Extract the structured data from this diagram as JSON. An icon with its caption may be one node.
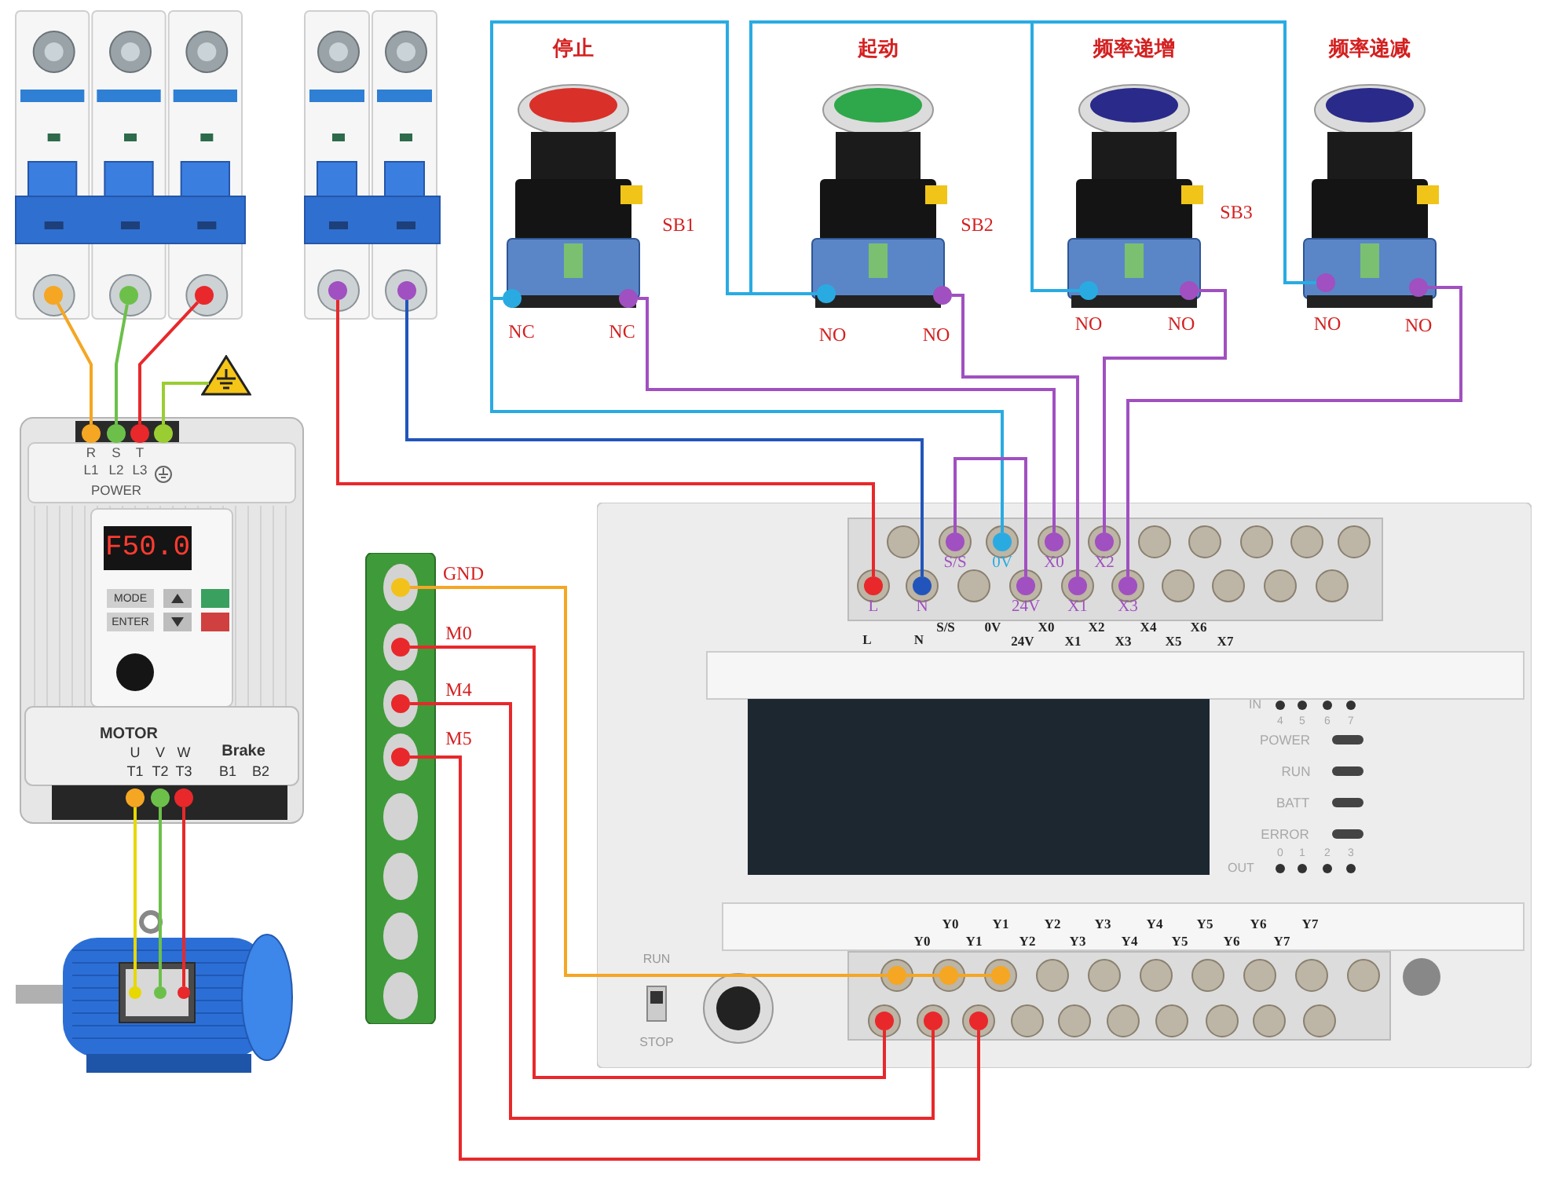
{
  "diagram": {
    "nodes": [
      {
        "text": [],
        "shape": "picture"
      },
      {
        "text": [],
        "shape": "circle",
        "in": 0
      },
      {
        "text": [],
        "shape": "circle",
        "in": 0
      },
      {
        "text": [],
        "shape": "circle",
        "in": 0
      },
      {
        "text": [],
        "shape": "picture"
      },
      {
        "text": [],
        "shape": "circle",
        "in": 4
      },
      {
        "text": [],
        "shape": "circle",
        "in": 4
      },
      {
        "text": [
          "停止"
        ],
        "beside": [
          "SB1",
          "NC",
          "NC"
        ]
      },
      {
        "text": [],
        "shape": "circle",
        "in": 7
      },
      {
        "text": [],
        "shape": "circle",
        "in": 7
      },
      {
        "text": [
          "起动"
        ],
        "beside": [
          "SB2",
          "NO",
          "NO"
        ]
      },
      {
        "text": [],
        "shape": "circle",
        "in": 10
      },
      {
        "text": [],
        "shape": "circle",
        "in": 10
      },
      {
        "text": [
          "频率递增"
        ],
        "beside": [
          "SB3",
          "NO",
          "NO"
        ]
      },
      {
        "text": [],
        "shape": "circle",
        "in": 13
      },
      {
        "text": [],
        "shape": "circle",
        "in": 13
      },
      {
        "text": [
          "频率递减"
        ],
        "beside": [
          "NO",
          "NO"
        ]
      },
      {
        "text": [],
        "shape": "circle",
        "in": 16
      },
      {
        "text": [],
        "shape": "circle",
        "in": 16
      },
      {
        "text": [],
        "shape": "triangle"
      },
      {
        "text": [
          "R",
          "S",
          "T",
          "L1",
          "L2",
          "L3",
          "POWER",
          "F50.0",
          "MODE",
          "ENTER",
          "MOTOR",
          "U",
          "V",
          "W",
          "Brake",
          "T1",
          "T2",
          "T3",
          "B1",
          "B2"
        ]
      },
      {
        "text": [],
        "shape": "circle",
        "in": 20
      },
      {
        "text": [],
        "shape": "circle",
        "in": 20
      },
      {
        "text": [],
        "shape": "circle",
        "in": 20
      },
      {
        "text": [],
        "shape": "circle",
        "in": 20
      },
      {
        "text": [],
        "shape": "circle",
        "in": 20
      },
      {
        "text": [],
        "shape": "circle",
        "in": 20
      },
      {
        "text": [],
        "shape": "circle",
        "in": 20
      },
      {
        "text": [],
        "shape": "picture"
      },
      {
        "text": [],
        "shape": "circle",
        "in": 28
      },
      {
        "text": [],
        "shape": "circle",
        "in": 28
      },
      {
        "text": [],
        "shape": "circle",
        "in": 28
      },
      {
        "text": [],
        "shape": "bar",
        "beside": [
          "GND",
          "M0",
          "M4",
          "M5"
        ]
      },
      {
        "text": [],
        "shape": "circle",
        "in": 32
      },
      {
        "text": [],
        "shape": "circle",
        "in": 32
      },
      {
        "text": [],
        "shape": "circle",
        "in": 32
      },
      {
        "text": [],
        "shape": "circle",
        "in": 32
      },
      {
        "text": [
          "S/S",
          "0V",
          "X0",
          "X2",
          "L",
          "N",
          "24V",
          "X1",
          "X3",
          "L",
          "N",
          "S/S",
          "0V",
          "24V",
          "X0",
          "X1",
          "X2",
          "X3",
          "X4",
          "X5",
          "X6",
          "X7",
          "IN",
          "4",
          "5",
          "6",
          "7",
          "POWER",
          "RUN",
          "BATT",
          "ERROR",
          "OUT",
          "0",
          "1",
          "2",
          "3",
          "RUN",
          "STOP",
          "Y0",
          "Y1",
          "Y2",
          "Y3",
          "Y4",
          "Y5",
          "Y6",
          "Y7",
          "Y0",
          "Y1",
          "Y2",
          "Y3",
          "Y4",
          "Y5",
          "Y6",
          "Y7"
        ]
      },
      {
        "text": [],
        "shape": "circle",
        "in": 37
      },
      {
        "text": [],
        "shape": "circle",
        "in": 37
      },
      {
        "text": [],
        "shape": "circle",
        "in": 37
      },
      {
        "text": [],
        "shape": "circle",
        "in": 37
      },
      {
        "text": [],
        "shape": "circle",
        "in": 37
      },
      {
        "text": [],
        "shape": "circle",
        "in": 37
      },
      {
        "text": [],
        "shape": "circle",
        "in": 37
      },
      {
        "text": [],
        "shape": "circle",
        "in": 37
      },
      {
        "text": [],
        "shape": "circle",
        "in": 37
      },
      {
        "text": [],
        "shape": "circle",
        "in": 37
      },
      {
        "text": [],
        "shape": "circle",
        "in": 37
      },
      {
        "text": [],
        "shape": "circle",
        "in": 37
      },
      {
        "text": [],
        "shape": "circle",
        "in": 37
      },
      {
        "text": [],
        "shape": "circle",
        "in": 37
      },
      {
        "text": [],
        "shape": "circle",
        "in": 37
      }
    ],
    "edges": [
      {
        "from": 1,
        "to": 21,
        "arrow": "none",
        "color": "#f5a623"
      },
      {
        "from": 2,
        "to": 22,
        "arrow": "none",
        "color": "#6cc04a"
      },
      {
        "from": 3,
        "to": 23,
        "arrow": "none",
        "color": "#e8282b"
      },
      {
        "from": 24,
        "to": 19,
        "arrow": "none",
        "color": "#9acd32"
      },
      {
        "from": 25,
        "to": 29,
        "arrow": "none",
        "color": "#e6d800"
      },
      {
        "from": 26,
        "to": 30,
        "arrow": "none",
        "color": "#6cc04a"
      },
      {
        "from": 27,
        "to": 31,
        "arrow": "none",
        "color": "#e8282b"
      },
      {
        "from": 5,
        "to": 42,
        "arrow": "none",
        "color": "#e8282b"
      },
      {
        "from": 6,
        "to": 43,
        "arrow": "none",
        "color": "#2255bb"
      },
      {
        "from": 8,
        "to": 39,
        "arrow": "none",
        "color": "#29abe2"
      },
      {
        "from": 8,
        "to": 11,
        "arrow": "none",
        "color": "#29abe2"
      },
      {
        "from": 11,
        "to": 14,
        "arrow": "none",
        "color": "#29abe2"
      },
      {
        "from": 11,
        "to": 17,
        "arrow": "none",
        "color": "#29abe2"
      },
      {
        "from": 9,
        "to": 40,
        "arrow": "none",
        "color": "#a050c0"
      },
      {
        "from": 12,
        "to": 45,
        "arrow": "none",
        "color": "#a050c0"
      },
      {
        "from": 15,
        "to": 41,
        "arrow": "none",
        "color": "#a050c0"
      },
      {
        "from": 18,
        "to": 46,
        "arrow": "none",
        "color": "#a050c0"
      },
      {
        "from": 38,
        "to": 44,
        "arrow": "none",
        "color": "#a050c0"
      },
      {
        "from": 33,
        "to": 47,
        "arrow": "none",
        "color": "#f5a623"
      },
      {
        "from": 47,
        "to": 48,
        "arrow": "none",
        "color": "#f5a623"
      },
      {
        "from": 48,
        "to": 49,
        "arrow": "none",
        "color": "#f5a623"
      },
      {
        "from": 34,
        "to": 50,
        "arrow": "none",
        "color": "#e8282b"
      },
      {
        "from": 35,
        "to": 51,
        "arrow": "none",
        "color": "#e8282b"
      },
      {
        "from": 36,
        "to": 52,
        "arrow": "none",
        "color": "#e8282b"
      }
    ]
  }
}
